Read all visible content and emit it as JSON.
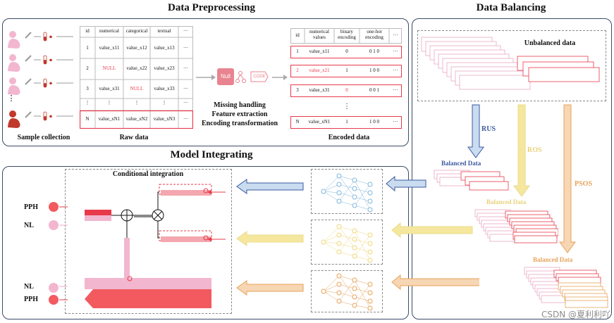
{
  "sections": {
    "preprocessing": "Data Preprocessing",
    "balancing": "Data Balancing",
    "integrating": "Model Integrating"
  },
  "preprocessing": {
    "sample_label": "Sample collection",
    "raw_label": "Raw data",
    "encoded_label": "Encoded data",
    "steps": [
      "Missing handling",
      "Feature extraction",
      "Encoding transformation"
    ],
    "null_badge": "Null",
    "code_badge": "CODE",
    "raw_table": {
      "headers": [
        "id",
        "numerical",
        "categorical",
        "textual",
        "···"
      ],
      "rows": [
        [
          "1",
          "value_x11",
          "value_x12",
          "value_x13",
          "···"
        ],
        [
          "2",
          "NULL",
          "value_x22",
          "value_x23",
          "···"
        ],
        [
          "3",
          "value_x31",
          "NULL",
          "value_x33",
          "···"
        ],
        [
          "⋮",
          "⋮",
          "⋮",
          "⋮",
          "···"
        ],
        [
          "N",
          "value_xN1",
          "value_xN2",
          "value_xN3",
          "···"
        ]
      ]
    },
    "encoded_table": {
      "headers": [
        "id",
        "numerical values",
        "binary encoding",
        "one-hot encoding",
        "···"
      ],
      "rows": [
        [
          "1",
          "value_x11",
          "0",
          "0 1 0",
          "···"
        ],
        [
          "2",
          "value_x21",
          "1",
          "1 0 0",
          "···"
        ],
        [
          "3",
          "value_x31",
          "0",
          "0 0 1",
          "···"
        ],
        [
          "⋮",
          "",
          "⋮",
          "",
          ""
        ],
        [
          "N",
          "value_xN1",
          "1",
          "1 0 0",
          "···"
        ]
      ]
    }
  },
  "balancing": {
    "unbalanced_label": "Unbalanced data",
    "methods": [
      "RUS",
      "ROS",
      "PSOS"
    ],
    "balanced_label": "Balanced Data"
  },
  "integration": {
    "title": "Conditional integration",
    "outputs_top": [
      "PPH",
      "NL"
    ],
    "outputs_bottom": [
      "NL",
      "PPH"
    ]
  },
  "watermark": "CSDN @夏利利吖",
  "colors": {
    "red": "#e8394a",
    "pink": "#e9a9c4",
    "blue": "#3b5aa0",
    "light_blue": "#c9dcf0",
    "yellow": "#f5e79e",
    "orange": "#e7a35a",
    "panel_border": "#3b4b66"
  }
}
